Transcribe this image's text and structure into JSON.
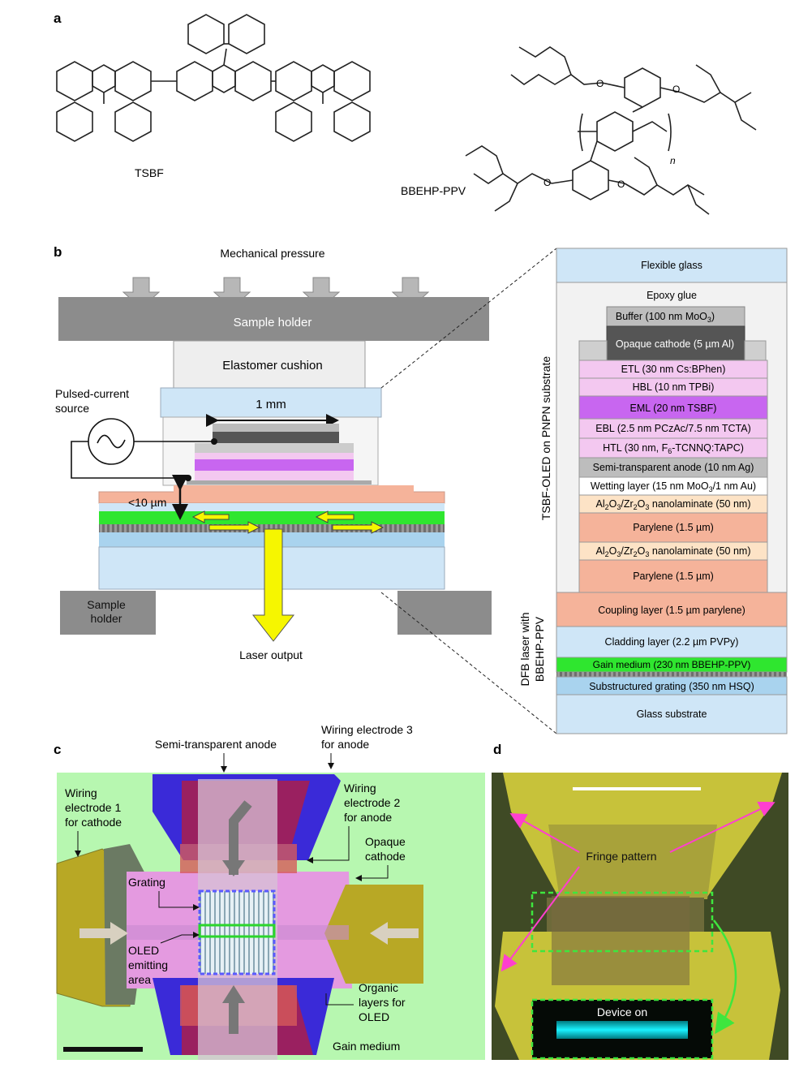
{
  "panels": {
    "a": "a",
    "b": "b",
    "c": "c",
    "d": "d"
  },
  "panel_a": {
    "tsbf_label": "TSBF",
    "ppv_label": "BBEHP-PPV",
    "repeat_subscript": "n"
  },
  "panel_b": {
    "mechanical_pressure": "Mechanical pressure",
    "sample_holder_top": "Sample holder",
    "elastomer_cushion": "Elastomer cushion",
    "width_label": "1 mm",
    "pulsed_source_line1": "Pulsed-current",
    "pulsed_source_line2": "source",
    "gap_label": "<10 µm",
    "sample_holder_left_line1": "Sample",
    "sample_holder_left_line2": "holder",
    "laser_output": "Laser output",
    "stack_top": "Flexible glass",
    "epoxy_glue": "Epoxy glue",
    "buffer": "Buffer (100 nm MoO",
    "buffer_sub": "3",
    "buffer_end": ")",
    "opaque_cathode": "Opaque cathode (5 µm Al)",
    "etl": "ETL (30 nm Cs:BPhen)",
    "hbl": "HBL (10 nm TPBi)",
    "eml": "EML (20 nm TSBF)",
    "ebl": "EBL (2.5 nm PCzAc/7.5 nm TCTA)",
    "htl_a": "HTL (30 nm, F",
    "htl_sub": "6",
    "htl_b": "-TCNNQ:TAPC)",
    "anode": "Semi-transparent anode (10 nm Ag)",
    "wetting_a": "Wetting layer (15 nm MoO",
    "wetting_sub": "3",
    "wetting_b": "/1 nm Au)",
    "nano1_a": "Al",
    "nano1_s1": "2",
    "nano1_b": "O",
    "nano1_s2": "3",
    "nano1_c": "/Zr",
    "nano1_s3": "2",
    "nano1_d": "O",
    "nano1_s4": "3",
    "nano1_e": " nanolaminate (50 nm)",
    "parylene1": "Parylene (1.5 µm)",
    "parylene2": "Parylene (1.5 µm)",
    "coupling": "Coupling layer (1.5 µm parylene)",
    "cladding": "Cladding layer (2.2 µm PVPy)",
    "gain": "Gain medium (230 nm BBEHP-PPV)",
    "grating": "Substructured grating (350 nm HSQ)",
    "glass": "Glass substrate",
    "side_oled": "TSBF-OLED on PNPN substrate",
    "side_dfb_1": "DFB laser with",
    "side_dfb_2": "BBEHP-PPV"
  },
  "panel_c": {
    "semi_anode": "Semi-transparent anode",
    "wiring3_a": "Wiring electrode 3",
    "wiring3_b": "for anode",
    "wiring2_a": "Wiring",
    "wiring2_b": "electrode 2",
    "wiring2_c": "for anode",
    "wiring1_a": "Wiring",
    "wiring1_b": "electrode 1",
    "wiring1_c": "for cathode",
    "opaque_a": "Opaque",
    "opaque_b": "cathode",
    "grating": "Grating",
    "oled_a": "OLED",
    "oled_b": "emitting",
    "oled_c": "area",
    "organic_a": "Organic",
    "organic_b": "layers for",
    "organic_c": "OLED",
    "gain_medium": "Gain medium"
  },
  "panel_d": {
    "fringe": "Fringe pattern",
    "device_on": "Device on"
  },
  "colors": {
    "glass_blue": "#cfe6f7",
    "gain_green": "#2fe62f",
    "salmon": "#f5b39a",
    "pink": "#f3c8f0",
    "eml_purple": "#c866f0",
    "grey_holder": "#8c8c8c",
    "laser_yellow": "#f6f600",
    "panel_c_bg": "#b7f7b0"
  }
}
